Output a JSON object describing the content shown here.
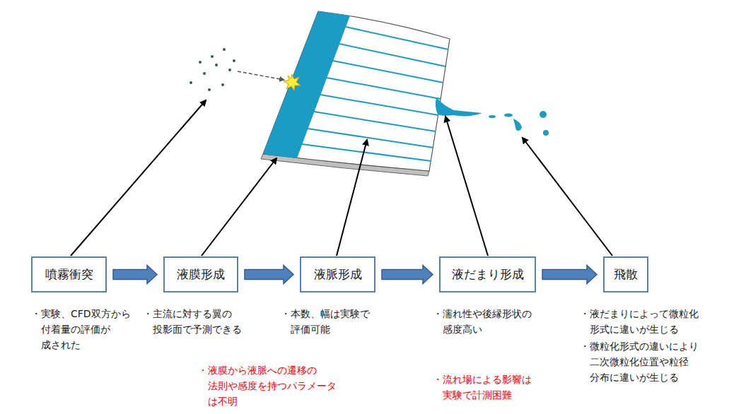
{
  "diagram": {
    "nodes": [
      {
        "text": [
          "噴霧衝突"
        ]
      },
      {
        "text": [
          "液膜形成"
        ]
      },
      {
        "text": [
          "液脈形成"
        ]
      },
      {
        "text": [
          "液だまり形成"
        ]
      },
      {
        "text": [
          "飛散"
        ]
      }
    ],
    "edges": [
      {
        "from": 0,
        "to": 1,
        "arrow": "to"
      },
      {
        "from": 1,
        "to": 2,
        "arrow": "to"
      },
      {
        "from": 2,
        "to": 3,
        "arrow": "to"
      },
      {
        "from": 3,
        "to": 4,
        "arrow": "to"
      }
    ],
    "labels": [
      "・実験、CFD双方から 付着量の評価が 成された",
      "・主流に対する翼の 投影面で予測できる",
      "・本数、幅は実験で 評価可能",
      "・濡れ性や後縁形状の 感度高い",
      "・液だまりによって微粒化 形式に違いが生じる",
      "・微粒化形式の違いにより 二次微粒化位置や粒径 分布に違いが生じる",
      "・液膜から液脈への遷移の 法則や感度を持つパラメータ は不明",
      "・流れ場による影響は 実験で計測困難"
    ]
  }
}
